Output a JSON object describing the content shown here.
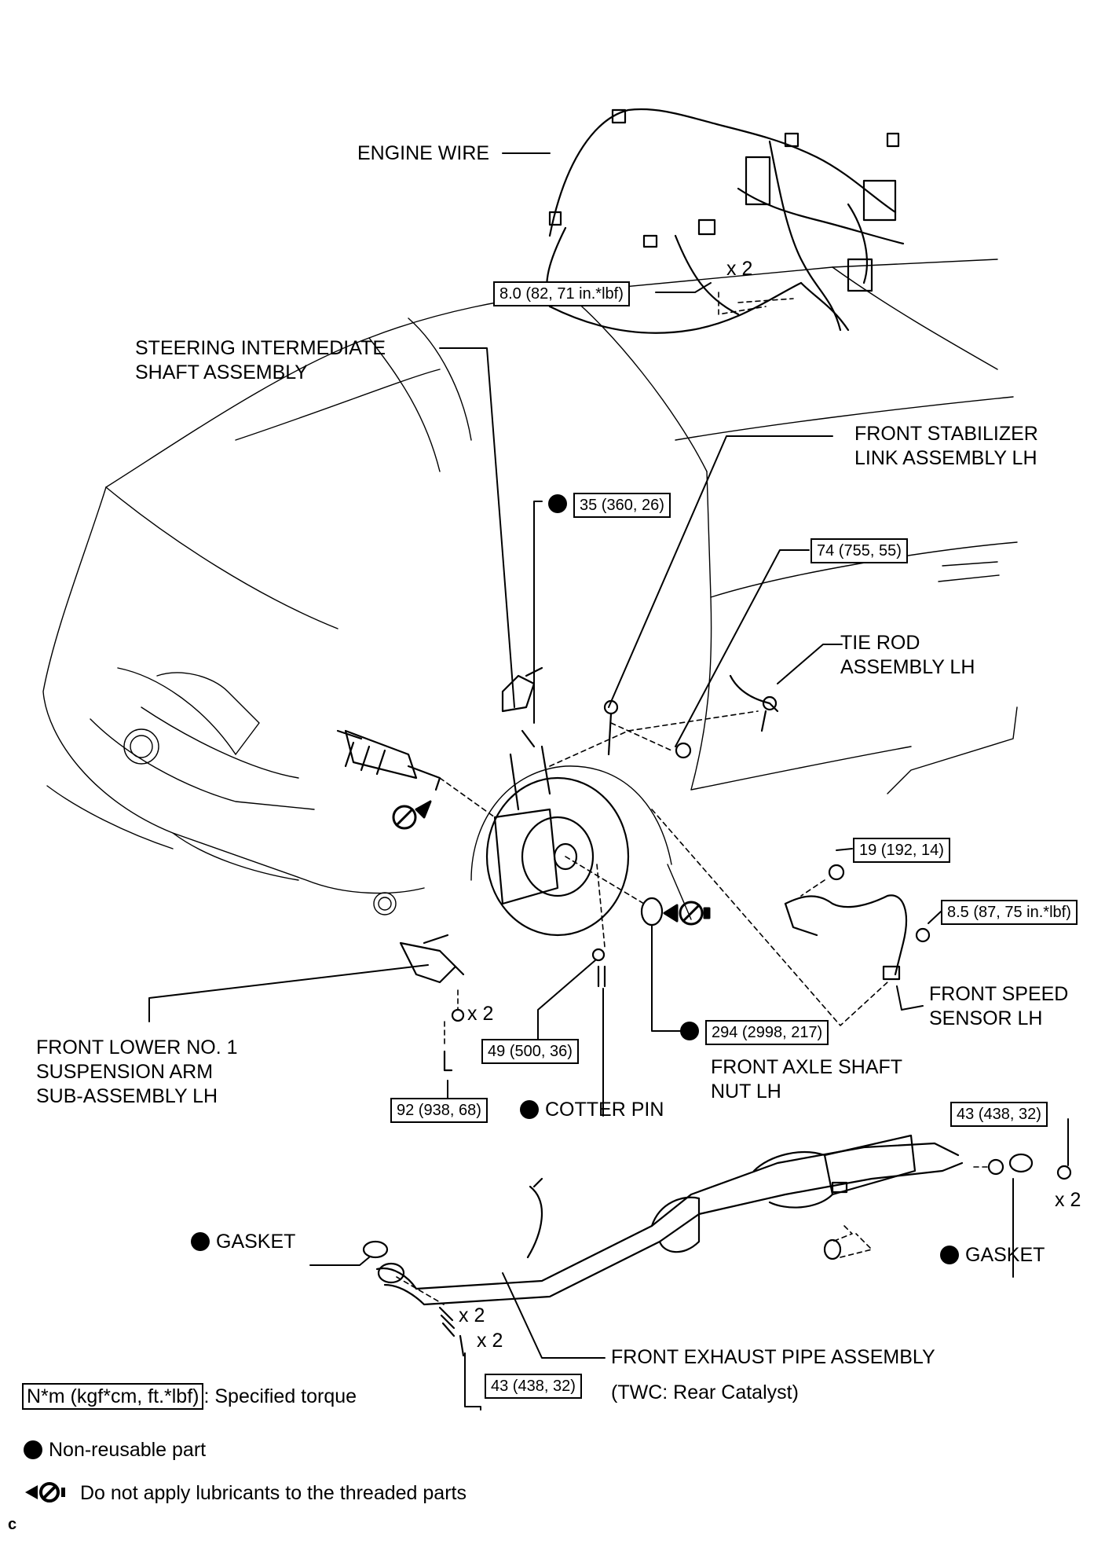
{
  "labels": {
    "engine_wire": "ENGINE WIRE",
    "steering_shaft": "STEERING INTERMEDIATE\nSHAFT ASSEMBLY",
    "stabilizer_link": "FRONT STABILIZER\nLINK ASSEMBLY LH",
    "tie_rod": "TIE ROD\nASSEMBLY LH",
    "front_speed_sensor": "FRONT SPEED\nSENSOR LH",
    "front_lower_arm": "FRONT LOWER NO. 1\nSUSPENSION ARM\nSUB-ASSEMBLY LH",
    "front_axle_nut": "FRONT AXLE SHAFT\nNUT LH",
    "cotter_pin": "COTTER PIN",
    "gasket_left": "GASKET",
    "gasket_right": "GASKET",
    "front_exhaust_pipe": "FRONT EXHAUST PIPE ASSEMBLY",
    "twc_note": "(TWC: Rear Catalyst)",
    "corner_code": "c"
  },
  "torques": {
    "engine_wire_bolt": "8.0 (82, 71 in.*lbf)",
    "steering_shaft_bolt": "35 (360, 26)",
    "tie_rod_nut": "74 (755, 55)",
    "speed_sensor_bracket": "19 (192, 14)",
    "speed_sensor_bolt": "8.5 (87, 75 in.*lbf)",
    "ball_joint_nut": "49 (500, 36)",
    "axle_nut": "294 (2998, 217)",
    "lower_arm_bolt": "92 (938, 68)",
    "exhaust_rear_nut": "43 (438, 32)",
    "exhaust_front_bolt": "43 (438, 32)"
  },
  "quantities": {
    "engine_wire_bolt": "x 2",
    "lower_arm_nut": "x 2",
    "exhaust_rear_nut": "x 2",
    "exhaust_spring": "x 2",
    "exhaust_bolt": "x 2"
  },
  "legend": {
    "torque_box": "N*m (kgf*cm, ft.*lbf)",
    "torque_desc": ": Specified torque",
    "non_reusable": "Non-reusable part",
    "no_lubricant": "Do not apply lubricants to the threaded parts"
  }
}
